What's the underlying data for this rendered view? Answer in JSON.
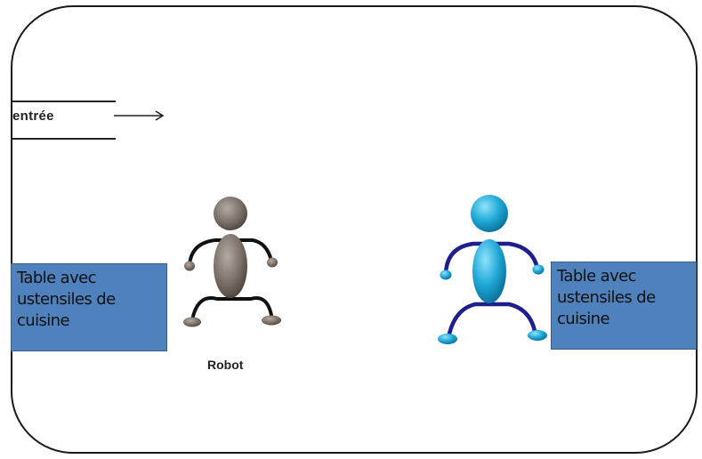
{
  "entrance": {
    "label": "entrée"
  },
  "tables": {
    "left": {
      "label": "Table avec ustensiles de cuisine"
    },
    "right": {
      "label": "Table avec ustensiles de cuisine"
    }
  },
  "robot": {
    "label": "Robot"
  },
  "colors": {
    "robot_body": "#7a7068",
    "person_body": "#1fa8d6",
    "person_limbs": "#1e1e8c",
    "table_fill": "#4f81bd"
  },
  "icons": {
    "robot": "robot-figure-icon",
    "person": "person-figure-icon"
  }
}
